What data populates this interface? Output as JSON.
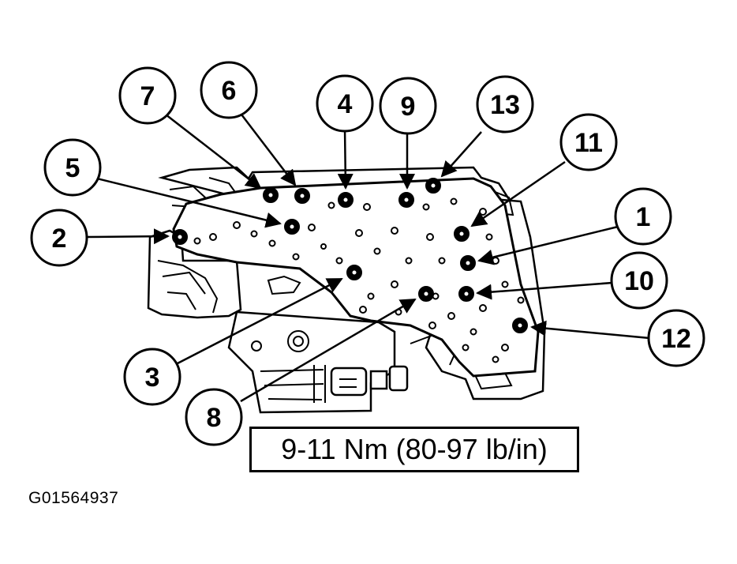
{
  "diagram": {
    "torque_spec": "9-11 Nm (80-97 lb/in)",
    "figure_id": "G01564937",
    "callouts": [
      {
        "number": "1"
      },
      {
        "number": "2"
      },
      {
        "number": "3"
      },
      {
        "number": "4"
      },
      {
        "number": "5"
      },
      {
        "number": "6"
      },
      {
        "number": "7"
      },
      {
        "number": "8"
      },
      {
        "number": "9"
      },
      {
        "number": "10"
      },
      {
        "number": "11"
      },
      {
        "number": "12"
      },
      {
        "number": "13"
      }
    ]
  }
}
